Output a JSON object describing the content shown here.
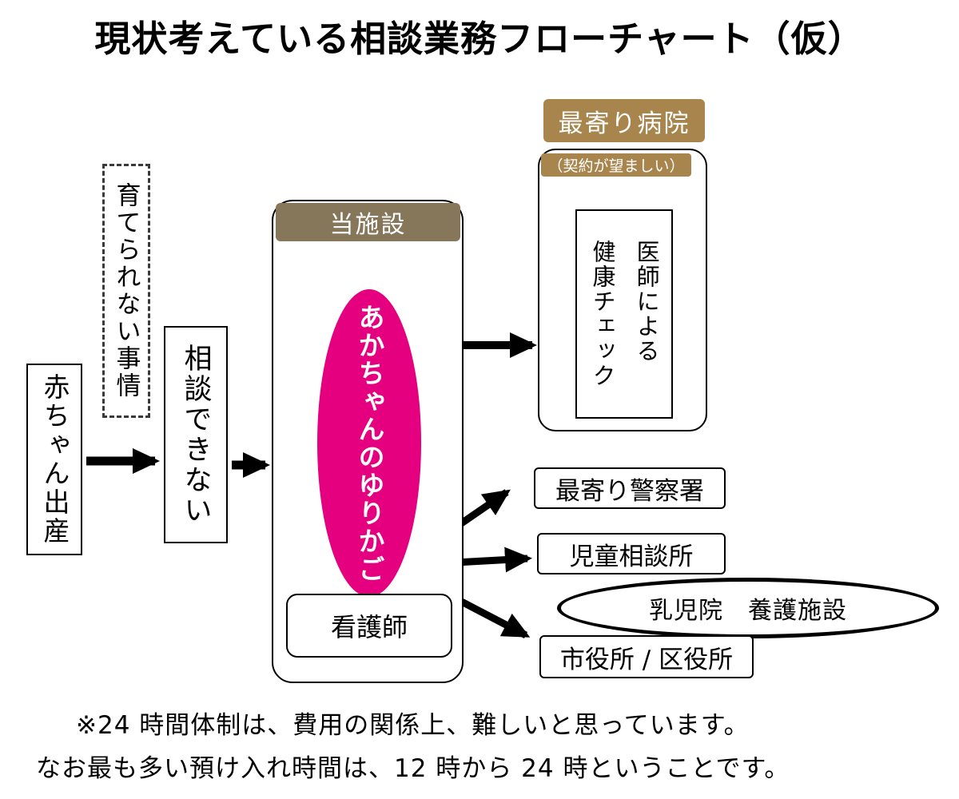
{
  "title": "現状考えている相談業務フローチャート（仮）",
  "nodes": {
    "birth": "赤ちゃん出産",
    "circumstances": "育てられない事情",
    "cannot_consult": "相談できない",
    "facility": "当施設",
    "cradle": "あかちゃんのゆりかご",
    "nurse": "看護師",
    "hospital": "最寄り病院",
    "hospital_note": "（契約が望ましい）",
    "health_check": "医師による\n健康チェック",
    "police": "最寄り警察署",
    "child_center": "児童相談所",
    "infant_home": "乳児院　養護施設",
    "city_office": "市役所 / 区役所"
  },
  "notes": {
    "line1": "※24 時間体制は、費用の関係上、難しいと思っています。",
    "line2": "なお最も多い預け入れ時間は、12 時から 24 時ということです。"
  },
  "colors": {
    "hospital_header": "#a9854e",
    "facility_header": "#86765a",
    "cradle_pink": "#e4007f",
    "arrow": "#000000"
  }
}
